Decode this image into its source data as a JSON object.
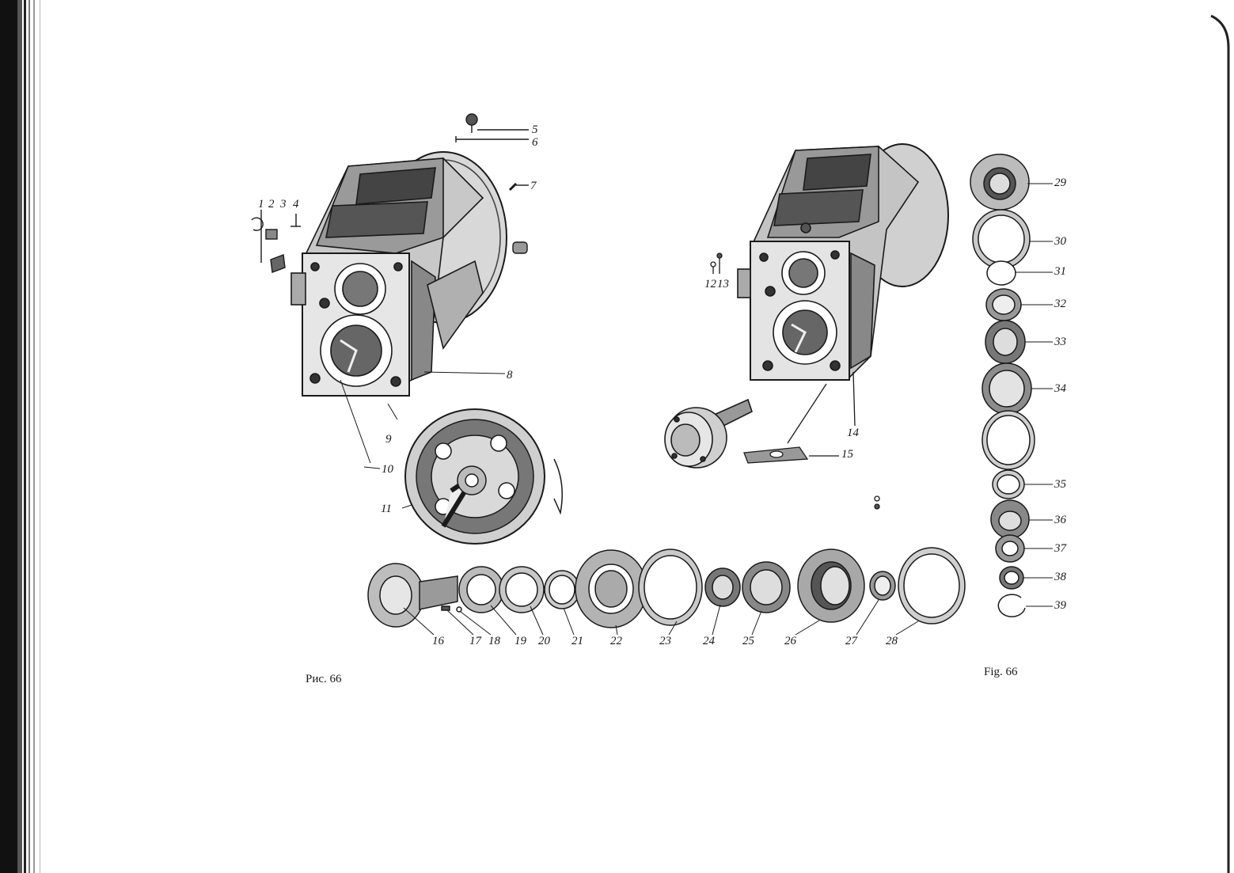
{
  "figure": {
    "caption_ru": "Рис. 66",
    "caption_en": "Fig. 66",
    "callouts": [
      "1",
      "2",
      "3",
      "4",
      "5",
      "6",
      "7",
      "8",
      "9",
      "10",
      "11",
      "12",
      "13",
      "14",
      "15",
      "16",
      "17",
      "18",
      "19",
      "20",
      "21",
      "22",
      "23",
      "24",
      "25",
      "26",
      "27",
      "28",
      "29",
      "30",
      "31",
      "32",
      "33",
      "34",
      "35",
      "36",
      "37",
      "38",
      "39"
    ]
  },
  "colors": {
    "ink": "#1a1a1a",
    "paper": "#ffffff",
    "shade": "#6b6b6b"
  }
}
